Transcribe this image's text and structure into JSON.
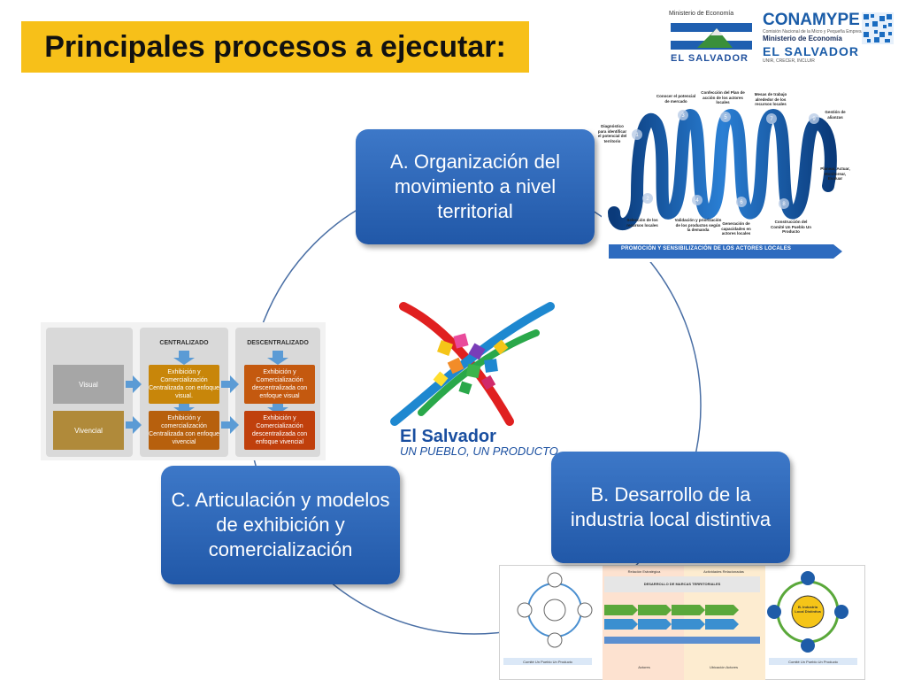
{
  "slide": {
    "title": "Principales procesos a ejecutar:"
  },
  "logos": {
    "minec_small": "Ministerio de Economía",
    "minec_country": "EL SALVADOR",
    "conamype_name": "CONAMYPE",
    "conamype_sub1": "Comisión Nacional de la Micro y Pequeña Empresa",
    "conamype_sub2": "Ministerio de Economía",
    "conamype_country": "EL SALVADOR",
    "conamype_sub3": "UNIR, CRECER, INCLUIR"
  },
  "processes": {
    "a": "A. Organización  del movimiento a nivel territorial",
    "b": "B. Desarrollo de la industria local distintiva",
    "c": "C. Articulación y modelos de exhibición y comercialización"
  },
  "center_logo": {
    "line1": "El Salvador",
    "line2": "UN PUEBLO, UN PRODUCTO"
  },
  "model_panel": {
    "head_centralizado": "CENTRALIZADO",
    "head_descentralizado": "DESCENTRALIZADO",
    "row_visual": "Visual",
    "row_vivencial": "Vivencial",
    "c1": "Exhibición y Comercialización Centralizada con enfoque visual.",
    "c2": "Exhibición y Comercialización descentralizada con enfoque visual",
    "c3": "Exhibición y comercialización Centralizada con enfoque vivencial",
    "c4": "Exhibición y Comercialización descentralizada con enfoque vivencial"
  },
  "spiral_panel": {
    "step_labels": [
      "Diagnóstico para identificar el potencial del territorio",
      "Selección de los recursos locales",
      "Conocer el potencial de mercado",
      "Validación y priorización de los productos según la demanda",
      "Confección del Plan de acción de los actores locales",
      "Generación de capacidades en actores locales",
      "Mesas de trabajo alrededor de los recursos locales",
      "Construcción del Comité Un Pueblo Un Producto",
      "Gestión de alianzas",
      "Planear, Actuar, Monitorear, Evaluar"
    ],
    "numbers": [
      "1",
      "2",
      "3",
      "4",
      "5",
      "6",
      "7",
      "8",
      "9"
    ],
    "arrow_text": "PROMOCIÓN Y SENSIBILIZACIÓN DE LOS ACTORES LOCALES"
  },
  "br_panel": {
    "rel_estrategica": "Relación Estratégica",
    "act_relacionadas": "Actividades Relacionadas",
    "desarrollo_marcas": "DESARROLLO DE MARCAS TERRITORIALES",
    "actores": "Actores",
    "ubicacion": "Ubicación Actores",
    "comite_left": "Comité Un Pueblo Un Producto",
    "comite_right": "Comité Un Pueblo Un Producto",
    "center_label": "B. Industria Local Distintiva"
  }
}
